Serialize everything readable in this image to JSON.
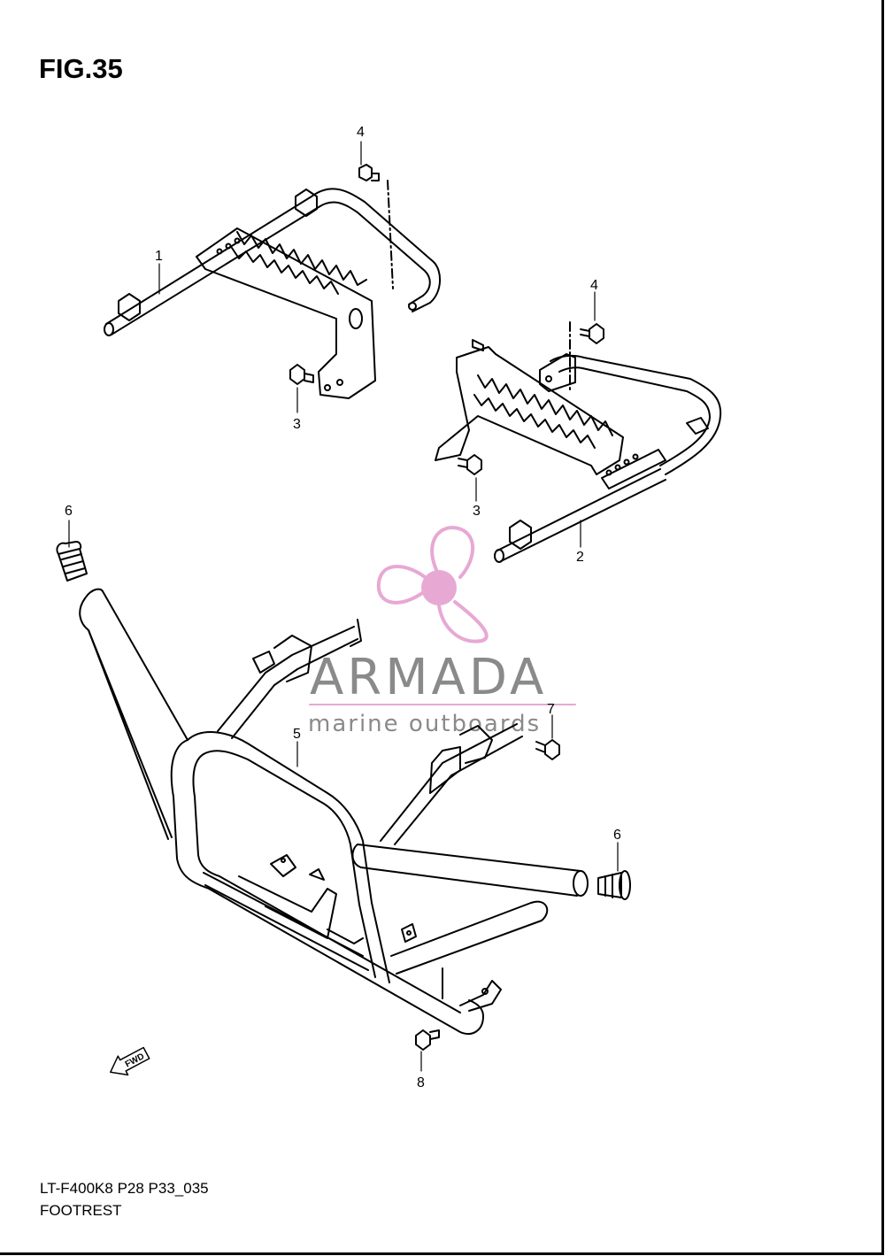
{
  "figure": {
    "title": "FIG.35",
    "code": "LT-F400K8 P28 P33_035",
    "name": "FOOTREST"
  },
  "callouts": [
    {
      "id": "c1",
      "label": "1"
    },
    {
      "id": "c2",
      "label": "2"
    },
    {
      "id": "c3a",
      "label": "3"
    },
    {
      "id": "c3b",
      "label": "3"
    },
    {
      "id": "c4a",
      "label": "4"
    },
    {
      "id": "c4b",
      "label": "4"
    },
    {
      "id": "c5",
      "label": "5"
    },
    {
      "id": "c6a",
      "label": "6"
    },
    {
      "id": "c6b",
      "label": "6"
    },
    {
      "id": "c7",
      "label": "7"
    },
    {
      "id": "c8",
      "label": "8"
    }
  ],
  "direction_arrow": {
    "label": "FWD",
    "icon": "fwd-arrow-icon"
  },
  "watermark": {
    "brand": "ARMADA",
    "tagline": "marine outboards",
    "logo_icon": "propeller-icon",
    "logo_color": "#e8a8d4",
    "text_color": "#8a8a8a"
  }
}
